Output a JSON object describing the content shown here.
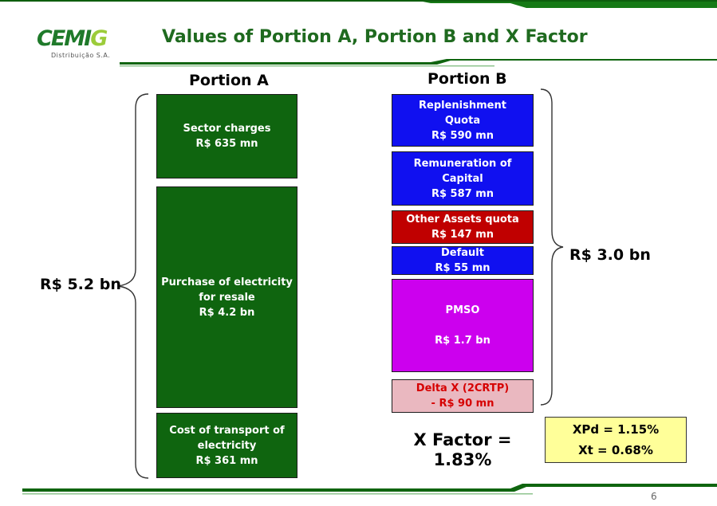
{
  "logo": {
    "word_main": "CEMI",
    "word_accent": "G",
    "subtitle": "Distribuição S.A."
  },
  "title": "Values of Portion A, Portion B and X Factor",
  "portion_a": {
    "heading": "Portion A",
    "items": [
      {
        "lines": [
          "Sector charges",
          "R$ 635 mn"
        ]
      },
      {
        "lines": [
          "Purchase of electricity",
          "for resale",
          "R$ 4.2 bn"
        ]
      },
      {
        "lines": [
          "Cost of transport of",
          "electricity",
          "R$ 361 mn"
        ]
      }
    ],
    "total": "R$ 5.2 bn"
  },
  "portion_b": {
    "heading": "Portion B",
    "items": [
      {
        "lines": [
          "Replenishment",
          "Quota",
          "R$ 590 mn"
        ]
      },
      {
        "lines": [
          "Remuneration of",
          "Capital",
          "R$ 587 mn"
        ]
      },
      {
        "lines": [
          "Other Assets quota",
          "R$ 147 mn"
        ]
      },
      {
        "lines": [
          "Default",
          "R$ 55 mn"
        ]
      },
      {
        "lines": [
          "PMSO",
          "R$ 1.7 bn"
        ]
      },
      {
        "lines": [
          "Delta X (2CRTP)",
          "- R$ 90 mn"
        ]
      }
    ],
    "total": "R$ 3.0 bn"
  },
  "x_factor": {
    "line1": "X Factor =",
    "line2": "1.83%"
  },
  "x_components": {
    "xpd": "XPd = 1.15%",
    "xt": "Xt = 0.68%"
  },
  "page_number": "6",
  "colors": {
    "dark_green": "#0f650f",
    "brand_green": "#1f7a2a",
    "light_green": "#9ccc3a",
    "blue": "#1010f0",
    "red": "#c00000",
    "magenta": "#cc00ee",
    "pink": "#eab8c0",
    "yellow": "#ffff99"
  }
}
